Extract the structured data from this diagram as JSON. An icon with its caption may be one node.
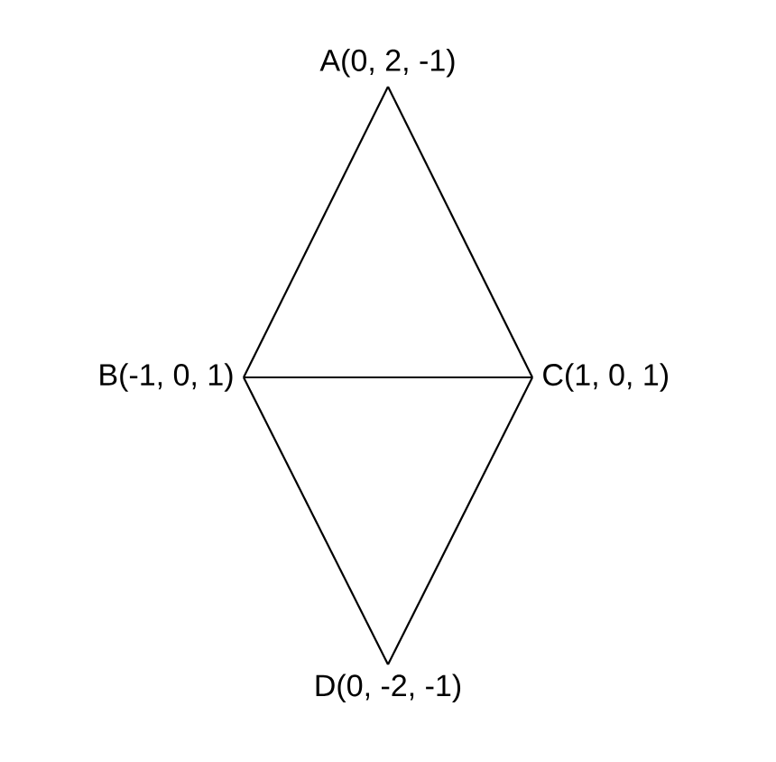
{
  "diagram": {
    "nodes": [
      {
        "text": [
          "A(0, 2, -1)"
        ]
      },
      {
        "text": [
          "B(-1, 0, 1)"
        ]
      },
      {
        "text": [
          "C(1, 0, 1)"
        ]
      },
      {
        "text": [
          "D(0, -2, -1)"
        ]
      }
    ],
    "edges": [
      {
        "from": 0,
        "to": 1,
        "arrow": "none"
      },
      {
        "from": 0,
        "to": 2,
        "arrow": "none"
      },
      {
        "from": 1,
        "to": 2,
        "arrow": "none"
      },
      {
        "from": 1,
        "to": 3,
        "arrow": "none"
      },
      {
        "from": 2,
        "to": 3,
        "arrow": "none"
      }
    ]
  }
}
